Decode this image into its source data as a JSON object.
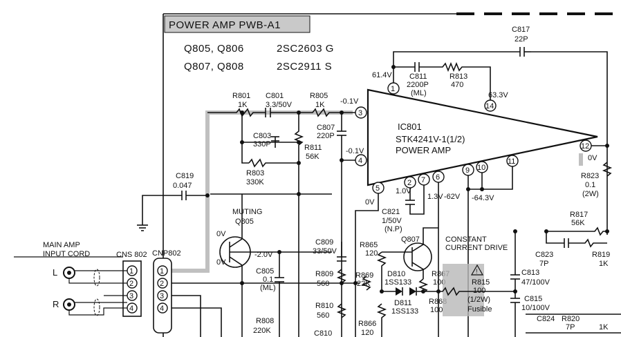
{
  "board": {
    "title": "POWER AMP PWB-A1"
  },
  "transistor_list": [
    {
      "refs": "Q805, Q806",
      "part": "2SC2603 G"
    },
    {
      "refs": "Q807, Q808",
      "part": "2SC2911 S"
    }
  ],
  "ic": {
    "ref": "IC801",
    "part": "STK4241V-1(1/2)",
    "function": "POWER AMP"
  },
  "pins": [
    "1",
    "3",
    "4",
    "5",
    "2",
    "7",
    "6",
    "9",
    "10",
    "11",
    "12",
    "14"
  ],
  "voltages": {
    "pin1": "61.4V",
    "pin14": "63.3V",
    "pin3": "-0.1V",
    "pin4": "-0.1V",
    "pin5": "0V",
    "pin2": "1.0V",
    "pin7": "1.3V",
    "pin6": "-62V",
    "pin9_10": "-64.3V",
    "pin12": "0V",
    "q805_c": "0V",
    "q805_e": "0V",
    "q805_b": "-2.0V"
  },
  "components": {
    "c817": {
      "ref": "C817",
      "value": "22P"
    },
    "c811": {
      "ref": "C811",
      "value": "2200P",
      "note": "(ML)"
    },
    "r813": {
      "ref": "R813",
      "value": "470"
    },
    "r801": {
      "ref": "R801",
      "value": "1K"
    },
    "c801": {
      "ref": "C801",
      "value": "3.3/50V"
    },
    "r805": {
      "ref": "R805",
      "value": "1K"
    },
    "c803": {
      "ref": "C803",
      "value": "330P"
    },
    "r811": {
      "ref": "R811",
      "value": "56K"
    },
    "c807": {
      "ref": "C807",
      "value": "220P"
    },
    "r803": {
      "ref": "R803",
      "value": "330K"
    },
    "c819": {
      "ref": "C819",
      "value": "0.047"
    },
    "c821": {
      "ref": "C821",
      "value": "1/50V",
      "note": "(N.P)"
    },
    "r823": {
      "ref": "R823",
      "value": "0.1",
      "note": "(2W)"
    },
    "r817": {
      "ref": "R817",
      "value": "56K"
    },
    "c809": {
      "ref": "C809",
      "value": "33/50V"
    },
    "c805": {
      "ref": "C805",
      "value": "0.1",
      "note": "(ML)"
    },
    "r809": {
      "ref": "R809",
      "value": "560"
    },
    "r810": {
      "ref": "R810",
      "value": "560"
    },
    "r808": {
      "ref": "R808",
      "value": "220K"
    },
    "r865": {
      "ref": "R865",
      "value": "120"
    },
    "r869": {
      "ref": "R869",
      "value": "22K"
    },
    "d810": {
      "ref": "D810",
      "value": "1SS133"
    },
    "d811": {
      "ref": "D811",
      "value": "1SS133"
    },
    "r866": {
      "ref": "R866",
      "value": "120"
    },
    "r867": {
      "ref": "R867",
      "value": "100"
    },
    "r868": {
      "ref": "R868",
      "value": "100"
    },
    "r815": {
      "ref": "R815",
      "value": "100",
      "note": "(1/2W)",
      "extra": "Fusible"
    },
    "c823": {
      "ref": "C823",
      "value": "7P"
    },
    "r819": {
      "ref": "R819",
      "value": "1K"
    },
    "c813": {
      "ref": "C813",
      "value": "47/100V"
    },
    "c815": {
      "ref": "C815",
      "value": "10/100V"
    },
    "c824": {
      "ref": "C824",
      "value": "7P"
    },
    "r820": {
      "ref": "R820",
      "value": "1K"
    },
    "c810": {
      "ref": "C810"
    },
    "q807": {
      "ref": "Q807"
    },
    "q805": {
      "ref": "Q805"
    }
  },
  "labels": {
    "muting": "MUTING",
    "constant1": "CONSTANT",
    "constant2": "CURRENT DRIVE",
    "main_amp1": "MAIN AMP",
    "main_amp2": "INPUT CORD",
    "cns": "CNS 802",
    "cnp": "CNP802",
    "l": "L",
    "r": "R"
  },
  "connector_pins": [
    "1",
    "2",
    "3",
    "4"
  ],
  "colors": {
    "ink": "#111111",
    "title_fill": "#c9c9c9",
    "signal_path": "#b0b0b0"
  }
}
